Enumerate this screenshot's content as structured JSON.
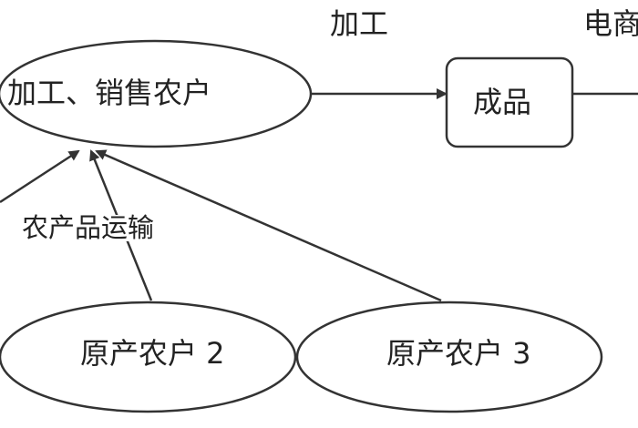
{
  "diagram": {
    "edge_labels": {
      "process": "加工",
      "ecommerce": "电商",
      "transport": "农产品运输"
    },
    "nodes": {
      "processor_farmer": "加工、销售农户",
      "product": "成品",
      "origin_farmer_2": "原产农户 2",
      "origin_farmer_3": "原产农户 3"
    },
    "colors": {
      "stroke": "#333333",
      "text": "#222222",
      "background": "#ffffff"
    }
  }
}
